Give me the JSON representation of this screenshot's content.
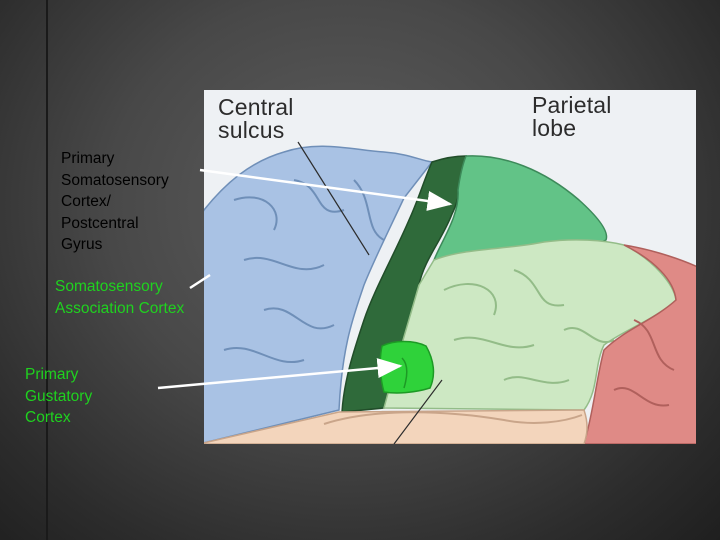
{
  "figure": {
    "label_central_sulcus": "Central\nsulcus",
    "label_parietal_lobe": "Parietal\nlobe"
  },
  "callouts": {
    "primary_somatosensory": "Primary\nSomatosensory\nCortex/\nPostcentral\nGyrus",
    "association": "Somatosensory\nAssociation Cortex",
    "gustatory": "Primary\nGustatory\nCortex"
  },
  "colors": {
    "callout_black": "#000000",
    "callout_green": "#1fd21f",
    "background": "#484848",
    "frontal_lobe": "#a9c2e4",
    "primary_somatosensory_cortex": "#2f6a3a",
    "parietal_lobe": "#62c387",
    "association_cortex": "#cde8c3",
    "occipital_lobe": "#df8a86",
    "gustatory_cortex": "#2fd23a",
    "temporal_lobe": "#f3d5bc"
  }
}
